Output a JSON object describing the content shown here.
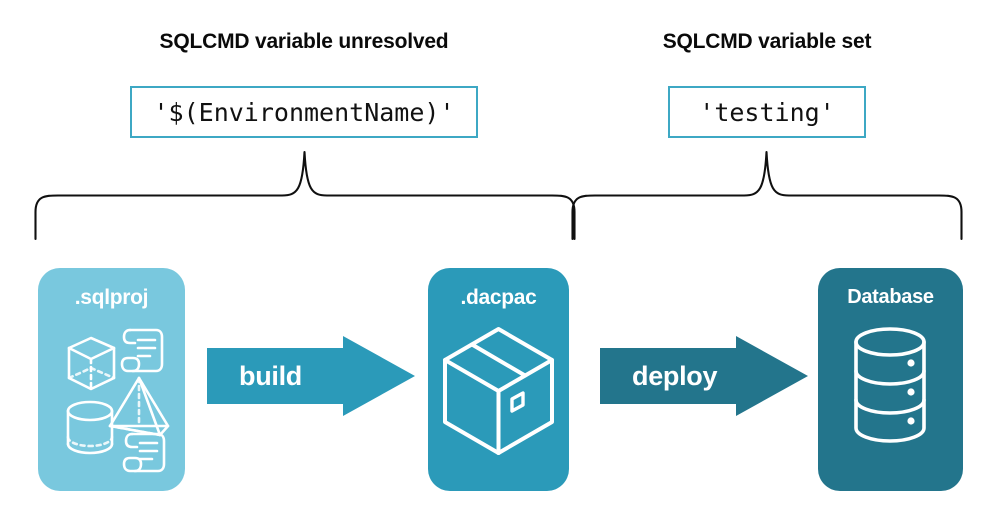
{
  "diagram": {
    "title_left": "SQLCMD variable unresolved",
    "title_right": "SQLCMD variable set",
    "code_left": "'$(EnvironmentName)'",
    "code_right": "'testing'",
    "colors": {
      "accent_border": "#3da8c4",
      "sqlproj_fill": "#79c8de",
      "dacpac_fill": "#2b9ab9",
      "database_fill": "#23758c",
      "build_arrow": "#2b9ab9",
      "deploy_arrow": "#23758c",
      "brace_stroke": "#101010",
      "background": "#ffffff",
      "icon_stroke": "#ffffff"
    },
    "stages": [
      {
        "id": "sqlproj",
        "label": ".sqlproj",
        "icons": [
          "cube-icon",
          "scroll-icon",
          "pyramid-icon",
          "cylinder-icon",
          "scroll-icon"
        ]
      },
      {
        "id": "dacpac",
        "label": ".dacpac",
        "icons": [
          "package-box-icon"
        ]
      },
      {
        "id": "database",
        "label": "Database",
        "icons": [
          "database-cylinder-icon"
        ]
      }
    ],
    "arrows": [
      {
        "id": "build",
        "label": "build"
      },
      {
        "id": "deploy",
        "label": "deploy"
      }
    ],
    "braces": [
      {
        "id": "brace-left",
        "spans": "sqlproj-to-dacpac"
      },
      {
        "id": "brace-right",
        "spans": "dacpac-to-database"
      }
    ]
  }
}
